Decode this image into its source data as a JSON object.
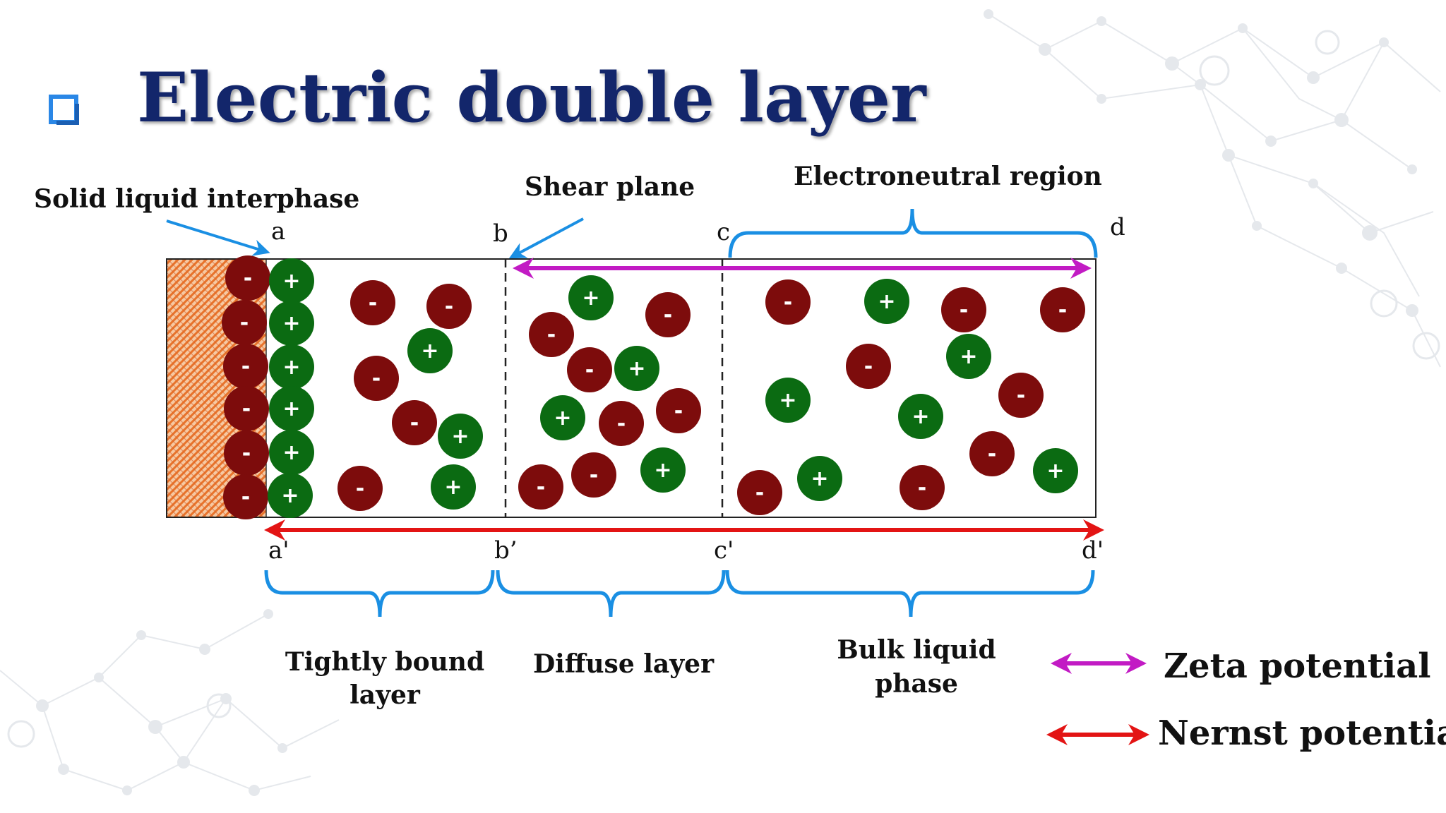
{
  "title": "Electric double layer",
  "labels": {
    "solid_liquid": "Solid liquid interphase",
    "shear_plane": "Shear plane",
    "electroneutral": "Electroneutral region",
    "tightly_bound_1": "Tightly bound",
    "tightly_bound_2": "layer",
    "diffuse": "Diffuse layer",
    "bulk_1": "Bulk liquid",
    "bulk_2": "phase"
  },
  "points": {
    "a": "a",
    "b": "b",
    "c": "c",
    "d": "d",
    "a_prime": "a'",
    "b_prime": "b’",
    "c_prime": "c'",
    "d_prime": "d'"
  },
  "legend": {
    "zeta": "Zeta potential",
    "nernst": "Nernst potential"
  },
  "ion_signs": {
    "negative": "-",
    "positive": "+"
  },
  "colors": {
    "title": "#13266b",
    "negative_ion": "#7d0c0c",
    "positive_ion": "#0b6b12",
    "zeta_arrow": "#c21bc4",
    "nernst_arrow": "#e31414",
    "brace": "#1a8fe3",
    "solid_surface": "#e8732a"
  },
  "icons": {
    "bullet": "square-bullet-icon"
  }
}
